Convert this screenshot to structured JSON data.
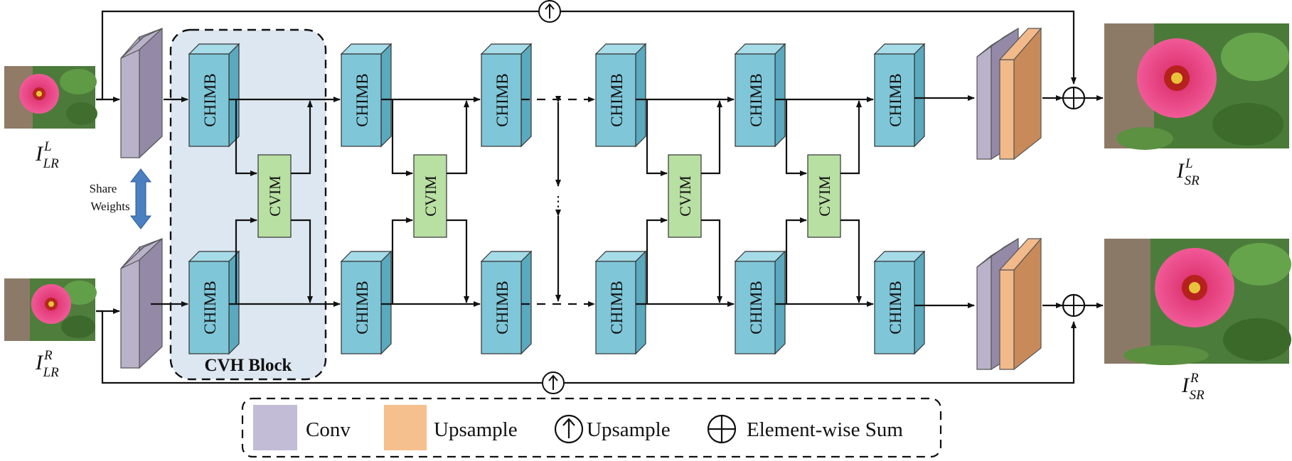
{
  "block_labels": {
    "chimb": "CHIMB",
    "cvim": "CVIM"
  },
  "group_label": "CVH Block",
  "share_weights": [
    "Share",
    "Weights"
  ],
  "inputs": {
    "left": {
      "base": "I",
      "sup": "L",
      "sub": "LR"
    },
    "right": {
      "base": "I",
      "sup": "R",
      "sub": "LR"
    }
  },
  "outputs": {
    "left": {
      "base": "I",
      "sup": "L",
      "sub": "SR"
    },
    "right": {
      "base": "I",
      "sup": "R",
      "sub": "SR"
    }
  },
  "ellipsis": "⋮",
  "legend": {
    "conv": "Conv",
    "upsample_box": "Upsample",
    "upsample_op": "Upsample",
    "sum_op": "Element-wise Sum"
  },
  "colors": {
    "chimb": "#7fc6d8",
    "cvim": "#b9e0a3",
    "conv": "#c3bcd6",
    "upsample": "#f6bf8e",
    "cvh_block_bg": "#dde7f1",
    "share_arrow": "#4a7fc1"
  }
}
